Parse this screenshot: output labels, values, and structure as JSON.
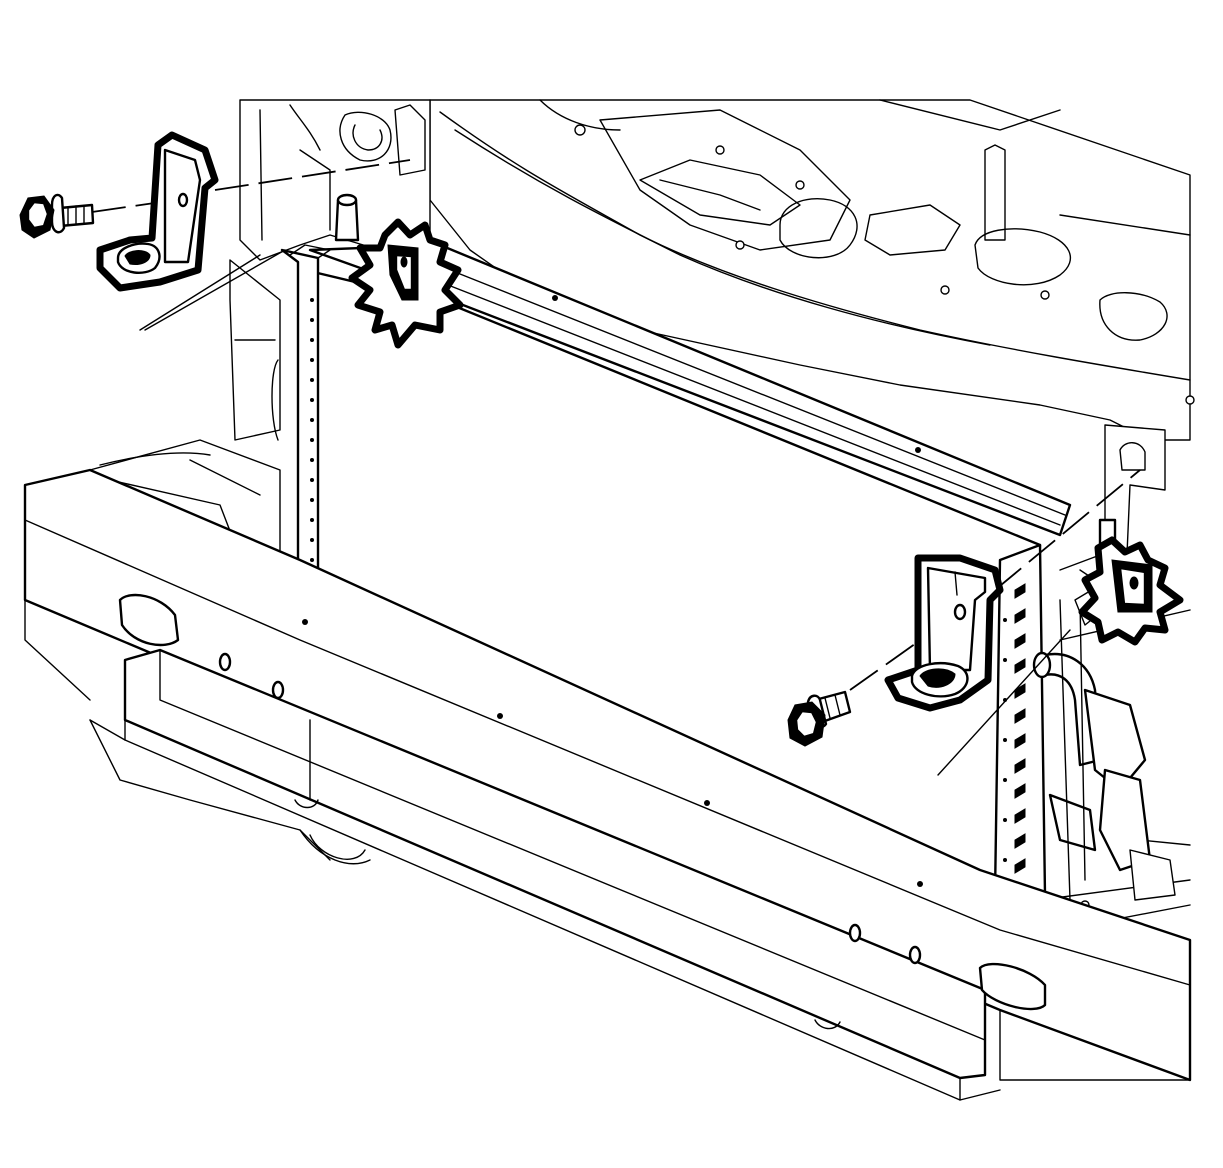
{
  "figure": {
    "style": "line-art",
    "line_color": "#000000",
    "background": "#ffffff"
  },
  "callouts": [
    {
      "icon": "starburst-callout-icon",
      "target": "upper-left-clip"
    },
    {
      "icon": "starburst-callout-icon",
      "target": "upper-right-clip"
    }
  ],
  "fasteners": [
    {
      "icon": "bolt-icon",
      "position": "upper-left"
    },
    {
      "icon": "bolt-icon",
      "position": "lower-right"
    }
  ]
}
